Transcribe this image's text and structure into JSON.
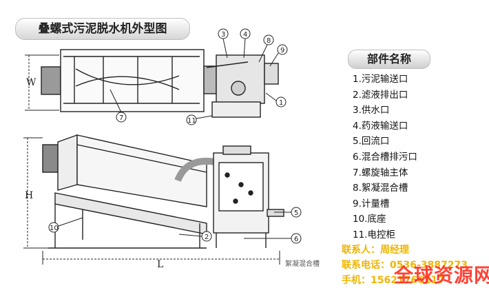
{
  "title": "叠螺式污泥脱水机外型图",
  "parts_title": "部件名称",
  "parts": [
    "1.污泥输送口",
    "2.滤液排出口",
    "3.供水口",
    "4.药液输送口",
    "5.回流口",
    "6.混合槽排污口",
    "7.螺旋轴主体",
    "8.絮凝混合槽",
    "9.计量槽",
    "10.底座",
    "11.电控柜"
  ],
  "dimensions": {
    "width": "W",
    "height": "H",
    "length": "L"
  },
  "callouts": [
    "1",
    "2",
    "3",
    "4",
    "5",
    "6",
    "7",
    "8",
    "9",
    "10",
    "11"
  ],
  "caption": "絮凝混合槽",
  "contact": {
    "person": "联系人：周经理",
    "phone": "联系电话：0536-3887273",
    "mobile": "手机：15621766117"
  },
  "watermark": "全球资源网"
}
